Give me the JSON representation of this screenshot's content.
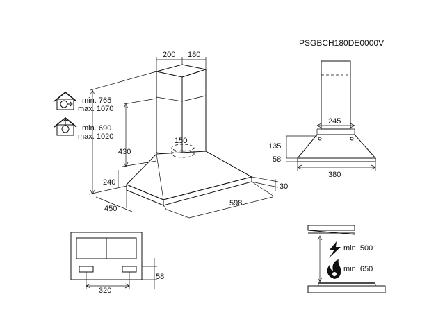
{
  "model": "PSGBCH180DE0000V",
  "hood_3d": {
    "chimney_width": "200",
    "chimney_depth": "180",
    "height_min_a": "min. 765",
    "height_max_a": "max. 1070",
    "height_min_b": "min. 690",
    "height_max_b": "max. 1020",
    "chimney_height": "430",
    "duct_diameter": "150",
    "canopy_height": "240",
    "depth": "450",
    "width": "598",
    "rim": "30"
  },
  "front_view": {
    "top_width": "245",
    "upper_height": "135",
    "lower_height": "58",
    "bottom_width": "380"
  },
  "bottom_view": {
    "filter_spacing": "320",
    "filter_offset": "58"
  },
  "clearance": {
    "electric_label": "min. 500",
    "gas_label": "min. 650"
  },
  "icons": [
    "outdoor-exhaust-icon",
    "recirculation-icon",
    "electric-hob-icon",
    "gas-hob-icon"
  ]
}
